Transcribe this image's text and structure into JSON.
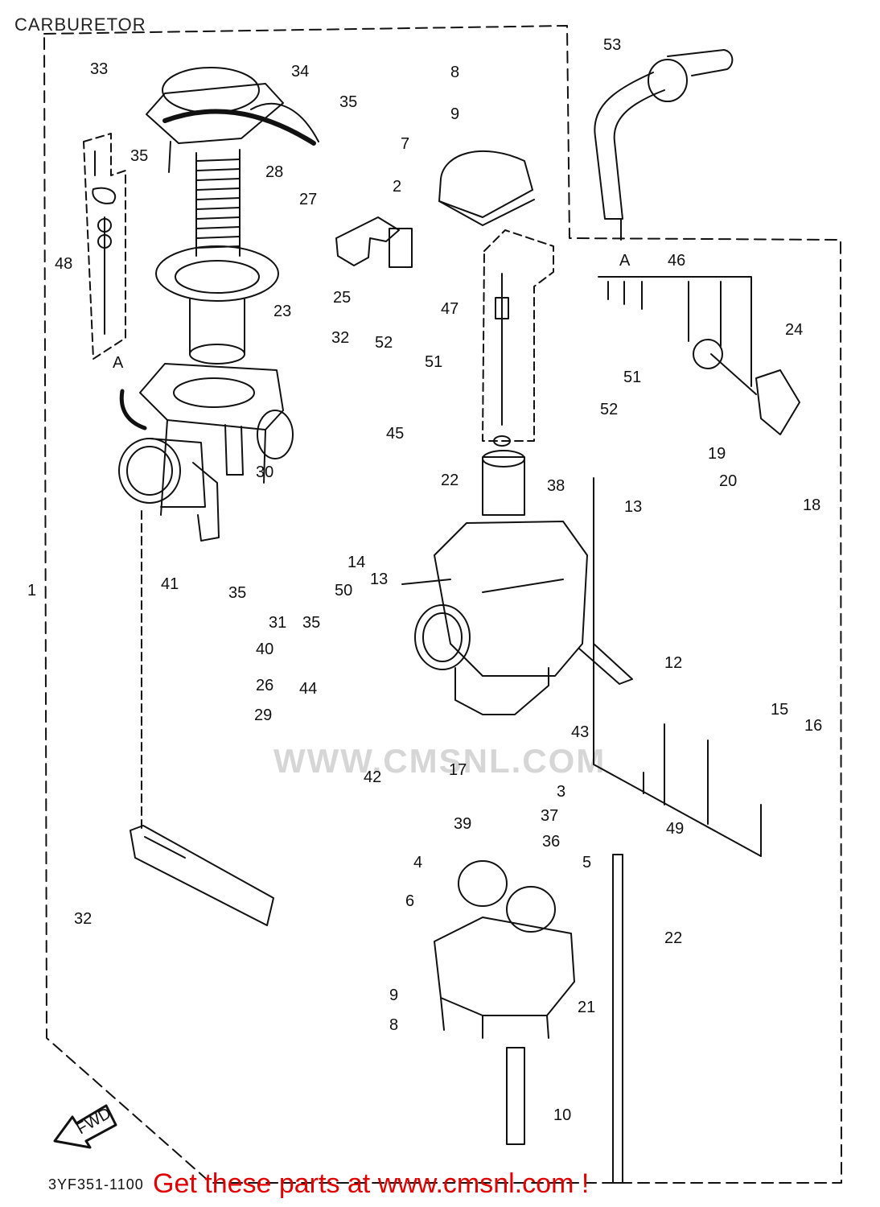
{
  "title": "CARBURETOR",
  "diagram_code": "3YF351-1100",
  "promo_text": "Get these parts at www.cmsnl.com !",
  "watermark": "WWW.CMSNL.COM",
  "fwd_label": "FWD",
  "callouts": [
    {
      "id": "33",
      "label": "33"
    },
    {
      "id": "34",
      "label": "34"
    },
    {
      "id": "35a",
      "label": "35"
    },
    {
      "id": "8a",
      "label": "8"
    },
    {
      "id": "9a",
      "label": "9"
    },
    {
      "id": "53",
      "label": "53"
    },
    {
      "id": "35b",
      "label": "35"
    },
    {
      "id": "28",
      "label": "28"
    },
    {
      "id": "7",
      "label": "7"
    },
    {
      "id": "2",
      "label": "2"
    },
    {
      "id": "27",
      "label": "27"
    },
    {
      "id": "48",
      "label": "48"
    },
    {
      "id": "25",
      "label": "25"
    },
    {
      "id": "47",
      "label": "47"
    },
    {
      "id": "46",
      "label": "46"
    },
    {
      "id": "A1",
      "label": "A"
    },
    {
      "id": "23",
      "label": "23"
    },
    {
      "id": "24",
      "label": "24"
    },
    {
      "id": "32a",
      "label": "32"
    },
    {
      "id": "52a",
      "label": "52"
    },
    {
      "id": "51a",
      "label": "51"
    },
    {
      "id": "A2",
      "label": "A"
    },
    {
      "id": "51b",
      "label": "51"
    },
    {
      "id": "52b",
      "label": "52"
    },
    {
      "id": "45",
      "label": "45"
    },
    {
      "id": "18",
      "label": "18"
    },
    {
      "id": "19",
      "label": "19"
    },
    {
      "id": "30",
      "label": "30"
    },
    {
      "id": "22a",
      "label": "22"
    },
    {
      "id": "38",
      "label": "38"
    },
    {
      "id": "20",
      "label": "20"
    },
    {
      "id": "13a",
      "label": "13"
    },
    {
      "id": "14",
      "label": "14"
    },
    {
      "id": "13b",
      "label": "13"
    },
    {
      "id": "41",
      "label": "41"
    },
    {
      "id": "35c",
      "label": "35"
    },
    {
      "id": "50",
      "label": "50"
    },
    {
      "id": "1",
      "label": "1"
    },
    {
      "id": "31",
      "label": "31"
    },
    {
      "id": "35d",
      "label": "35"
    },
    {
      "id": "40",
      "label": "40"
    },
    {
      "id": "12",
      "label": "12"
    },
    {
      "id": "26",
      "label": "26"
    },
    {
      "id": "44",
      "label": "44"
    },
    {
      "id": "15",
      "label": "15"
    },
    {
      "id": "29",
      "label": "29"
    },
    {
      "id": "16",
      "label": "16"
    },
    {
      "id": "43",
      "label": "43"
    },
    {
      "id": "42",
      "label": "42"
    },
    {
      "id": "17",
      "label": "17"
    },
    {
      "id": "3",
      "label": "3"
    },
    {
      "id": "37",
      "label": "37"
    },
    {
      "id": "39",
      "label": "39"
    },
    {
      "id": "49",
      "label": "49"
    },
    {
      "id": "36",
      "label": "36"
    },
    {
      "id": "4",
      "label": "4"
    },
    {
      "id": "5",
      "label": "5"
    },
    {
      "id": "6",
      "label": "6"
    },
    {
      "id": "32b",
      "label": "32"
    },
    {
      "id": "22b",
      "label": "22"
    },
    {
      "id": "9b",
      "label": "9"
    },
    {
      "id": "21",
      "label": "21"
    },
    {
      "id": "8b",
      "label": "8"
    },
    {
      "id": "10",
      "label": "10"
    }
  ]
}
